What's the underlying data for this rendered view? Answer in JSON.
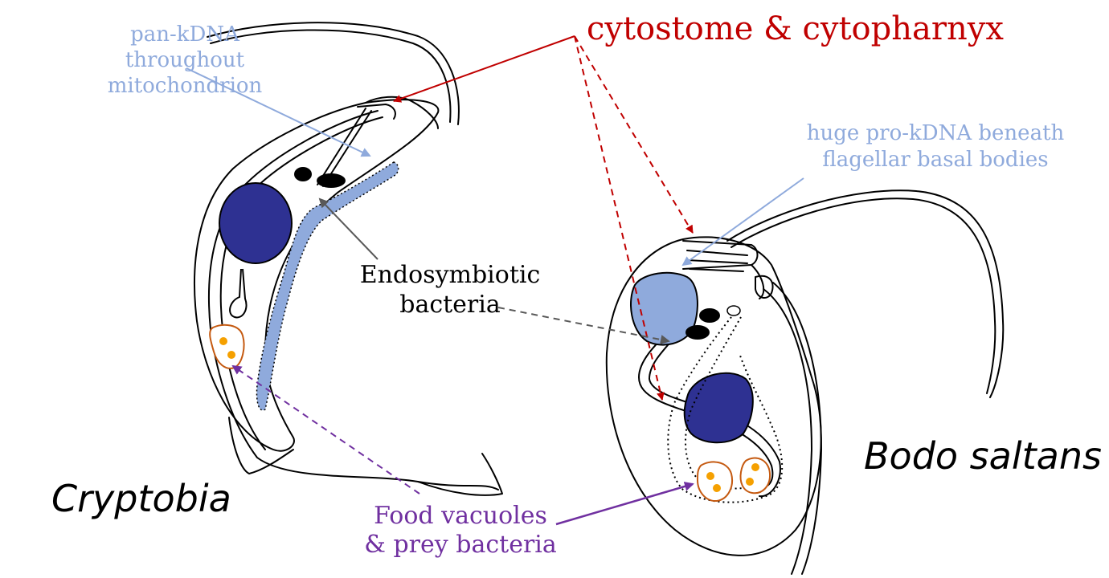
{
  "labels": {
    "cytostome": "cytostome & cytopharnyx",
    "pan_kdna": [
      "pan-kDNA",
      "throughout",
      "mitochondrion"
    ],
    "pro_kdna": [
      "huge pro-kDNA beneath",
      "flagellar basal bodies"
    ],
    "endosymbiotic": [
      "Endosymbiotic",
      "bacteria"
    ],
    "food_vacuoles": [
      "Food vacuoles",
      "& prey bacteria"
    ],
    "cryptobia": "Cryptobia",
    "bodo": "Bodo saltans"
  },
  "colors": {
    "cytostome": "#c00000",
    "kdna_text": "#8faadc",
    "kdna_fill": "#8faadc",
    "nucleus": "#2e3192",
    "food": "#7030a0",
    "vacuole": "#c55a11",
    "prey": "#f5a000",
    "endosym_arrow": "#595959",
    "ink": "#000000"
  }
}
